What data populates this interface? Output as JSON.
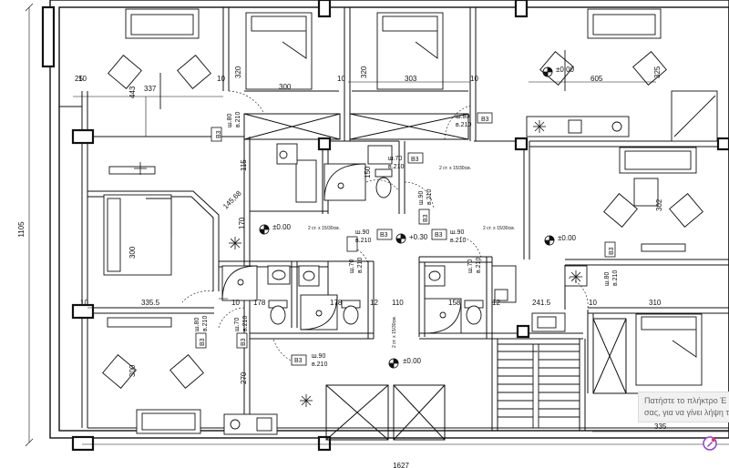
{
  "plan": {
    "dims": {
      "height_total": "1105",
      "width_total": "1627",
      "d25": "25",
      "d337": "337",
      "d443": "443",
      "d10a": "10",
      "d320a": "320",
      "d300a": "300",
      "d10b": "10",
      "d320b": "320",
      "d303": "303",
      "d10c": "10",
      "d605": "605",
      "d325": "325",
      "d115": "115",
      "d145": "145,68",
      "d170": "170",
      "d150": "150",
      "d300b": "300",
      "d302": "302",
      "d3355": "335.5",
      "d178a": "178",
      "d178b": "178",
      "d110": "110",
      "d158": "158",
      "d2415": "241.5",
      "d310": "310",
      "d12a": "12",
      "d12b": "12",
      "d10d": "10",
      "d10e": "10",
      "d10f": "10",
      "d270": "270",
      "d300c": "300",
      "d335": "335",
      "d10g": "10"
    },
    "levels": {
      "l1": "±0.00",
      "l2": "±0.00",
      "l3": "+0.30",
      "l4": "±0.00",
      "l5": "±0.00"
    },
    "doors": {
      "door_b3_top": {
        "w": "ш.80",
        "h": "в.210",
        "tag": "B3"
      },
      "door_b3_left": {
        "w": "ш.80",
        "h": "в.210",
        "tag": "B3"
      },
      "door_bath1": {
        "w": "ш.70",
        "h": "в.210",
        "tag": "B3"
      },
      "door_c1": {
        "w": "ш.90",
        "h": "в.210",
        "tag": "B3"
      },
      "door_c2": {
        "w": "ш.90",
        "h": "в.210",
        "tag": "B3"
      },
      "door_c3": {
        "w": "ш.90",
        "h": "в.210",
        "tag": "B3"
      },
      "door_bath2": {
        "w": "ш.70",
        "h": "в.210",
        "tag": ""
      },
      "door_bath3": {
        "w": "ш.70",
        "h": "в.210",
        "tag": ""
      },
      "door_right": {
        "w": "ш.80",
        "h": "в.210",
        "tag": "B3"
      },
      "door_bl1": {
        "w": "ш.80",
        "h": "в.210",
        "tag": "B3"
      },
      "door_bl2": {
        "w": "ш.70",
        "h": "в.210",
        "tag": "B3"
      },
      "door_bottom": {
        "w": "ш.90",
        "h": "в.210",
        "tag": "B3"
      }
    },
    "steps": {
      "s1": "2 ст. х 15/30см.",
      "s2": "2 ст. х 15/30см.",
      "s3": "2 ст. х 15/30см.",
      "s4": "2 ст. х 15/30см."
    }
  },
  "tooltip": {
    "line1": "Πατήστε το πλήκτρο Έ",
    "line2": "σας, για να γίνει λήψη τ"
  }
}
